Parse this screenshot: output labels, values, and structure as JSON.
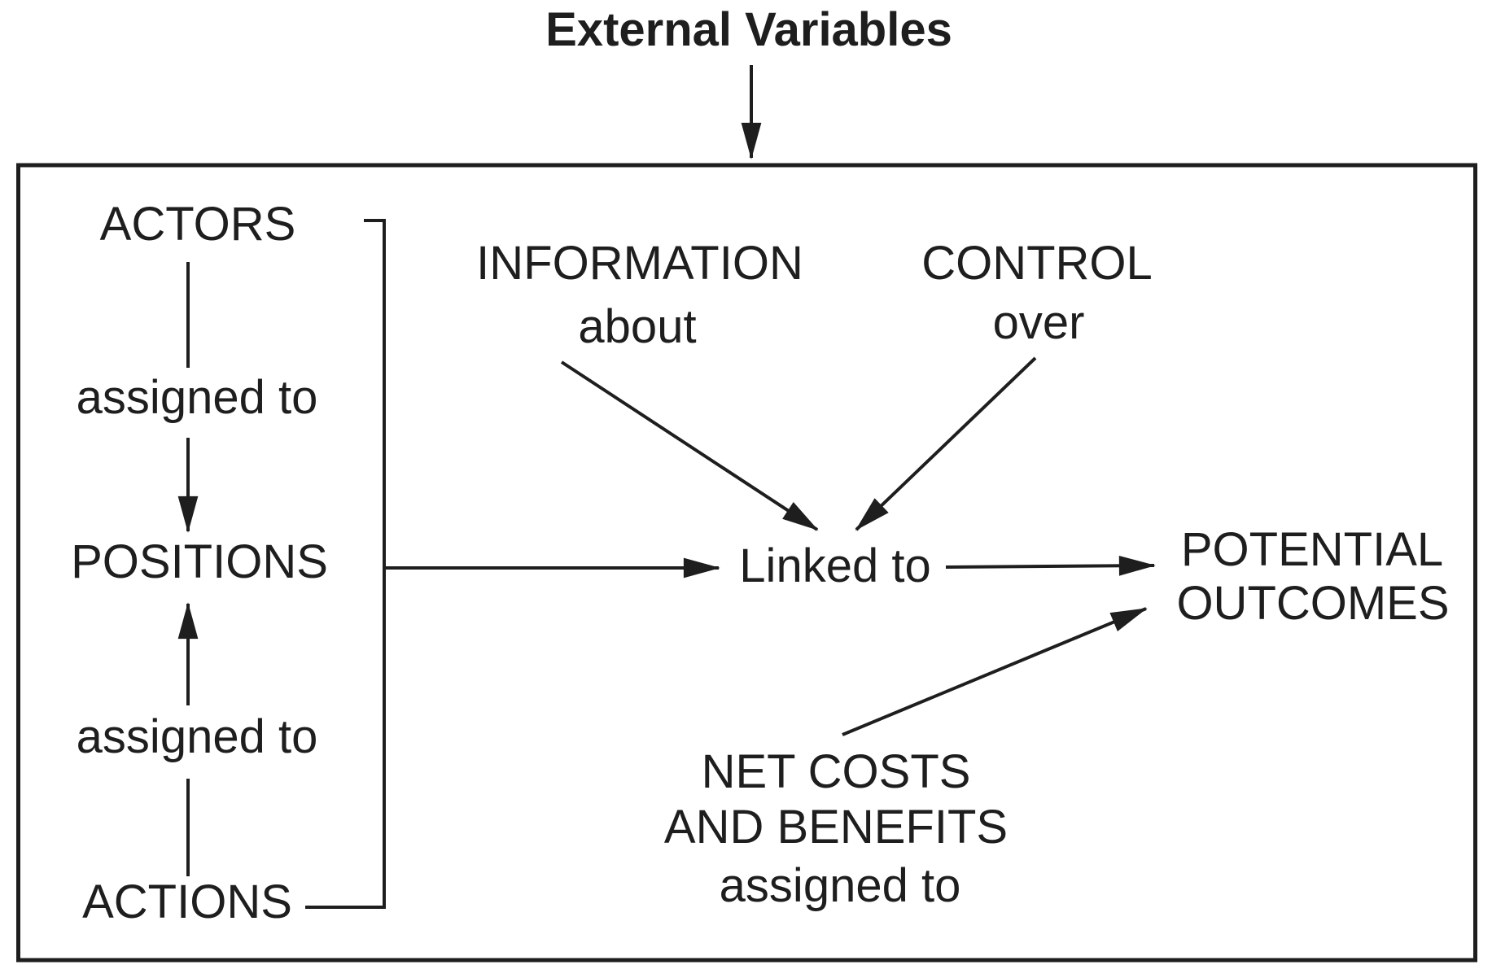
{
  "diagram": {
    "title": "External Variables",
    "nodes": {
      "actors": "ACTORS",
      "assigned_to_upper": "assigned to",
      "positions": "POSITIONS",
      "assigned_to_lower": "assigned to",
      "actions": "ACTIONS",
      "information": {
        "line1": "INFORMATION",
        "line2": "about"
      },
      "control": {
        "line1": "CONTROL",
        "line2": "over"
      },
      "linked_to": "Linked to",
      "potential_outcomes": {
        "line1": "POTENTIAL",
        "line2": "OUTCOMES"
      },
      "net_costs": {
        "line1": "NET COSTS",
        "line2": "AND BENEFITS",
        "line3": "assigned to"
      }
    },
    "edges": [
      {
        "from": "External Variables",
        "to": "action situation box",
        "style": "arrow-down"
      },
      {
        "from": "ACTORS",
        "to": "POSITIONS",
        "label": "assigned to",
        "style": "arrow-down"
      },
      {
        "from": "ACTIONS",
        "to": "POSITIONS",
        "label": "assigned to",
        "style": "arrow-up"
      },
      {
        "from": "ACTORS + ACTIONS bracket",
        "to": "Linked to",
        "style": "arrow-right"
      },
      {
        "from": "INFORMATION about",
        "to": "Linked to",
        "style": "arrow-diagonal"
      },
      {
        "from": "CONTROL over",
        "to": "Linked to",
        "style": "arrow-diagonal"
      },
      {
        "from": "Linked to",
        "to": "POTENTIAL OUTCOMES",
        "style": "arrow-right"
      },
      {
        "from": "NET COSTS AND BENEFITS assigned to",
        "to": "POTENTIAL OUTCOMES",
        "style": "arrow-diagonal"
      }
    ],
    "colors": {
      "ink": "#1e1e1e",
      "background": "#ffffff"
    }
  }
}
